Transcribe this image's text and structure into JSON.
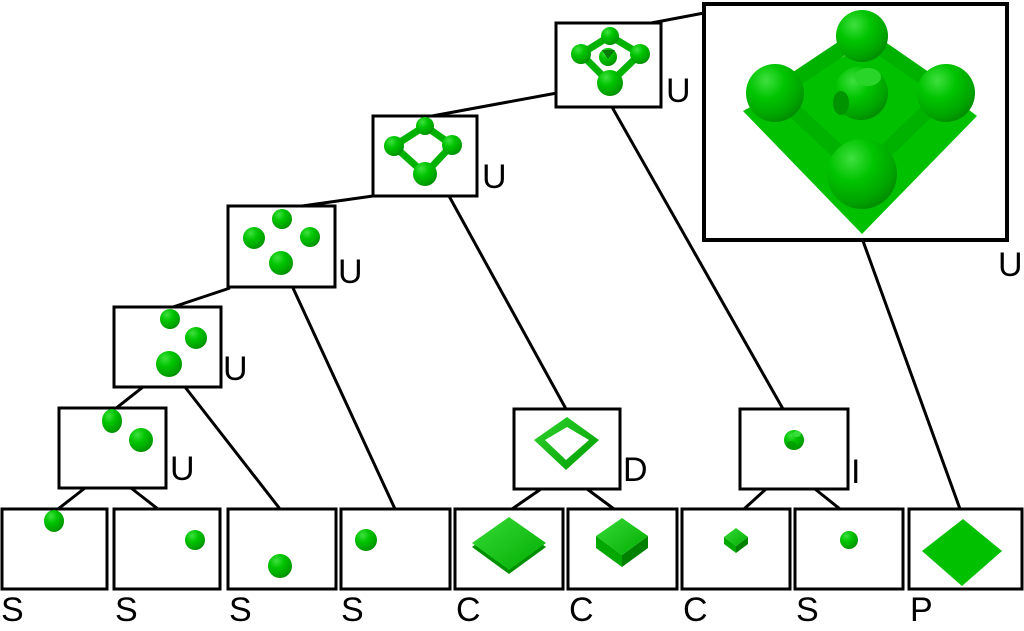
{
  "figure": {
    "node_labels": {
      "root_large": "U",
      "root": "U",
      "union4": "U",
      "union3": "U",
      "union2": "U",
      "union1": "U",
      "difference": "D",
      "intersection": "I",
      "leaf1": "S",
      "leaf2": "S",
      "leaf3": "S",
      "leaf4": "S",
      "leaf5": "C",
      "leaf6": "C",
      "leaf7": "C",
      "leaf8": "S",
      "leaf9": "P"
    },
    "colors": {
      "shape_green": "#00c000",
      "bar_green": "#00b200",
      "shape_green_light": "#2fd42f",
      "shape_green_dark": "#008f00",
      "line_black": "#000000",
      "background": "#ffffff"
    }
  }
}
